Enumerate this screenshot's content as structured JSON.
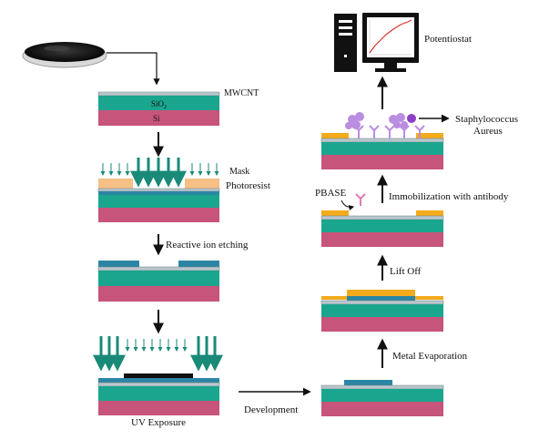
{
  "labels": {
    "mwcnt": "MWCNT",
    "sio2": "SiO",
    "sio2_sub": "2",
    "si": "Si",
    "mask": "Mask",
    "photoresist": "Photoresist",
    "reactive_ion_etching": "Reactive ion etching",
    "uv_exposure": "UV Exposure",
    "development": "Development",
    "metal_evaporation": "Metal Evaporation",
    "lift_off": "Lift Off",
    "pbase": "PBASE",
    "immobilization": "Immobilization with antibody",
    "staph_line1": "Staphylococcus",
    "staph_line2": "Aureus",
    "potentiostat": "Potentiostat"
  },
  "colors": {
    "si": "#c7547a",
    "sio2": "#1aa58e",
    "mwcnt": "#b9c7cc",
    "photoresist": "#f5bf86",
    "etched_mwcnt": "#2b86a3",
    "metal": "#f3ab1c",
    "uv_arrow": "#1a8a78",
    "mask_black": "#111111",
    "antibody": "#b98de0",
    "bacteria": "#8e3fc7",
    "arrow": "#111111"
  },
  "icons": {
    "powder": "mwcnt-powder-dish-icon",
    "computer": "potentiostat-computer-icon",
    "antibody": "antibody-icon",
    "bacteria": "bacteria-icon"
  }
}
